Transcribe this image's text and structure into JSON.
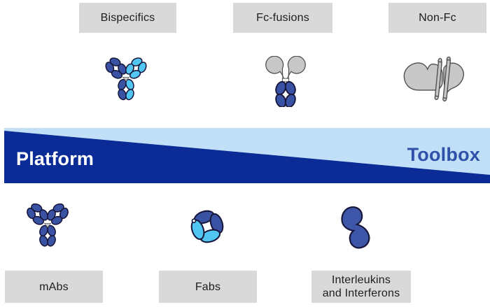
{
  "top_row": [
    {
      "label": "Bispecifics",
      "icon": "bispecific-antibody-icon"
    },
    {
      "label": "Fc-fusions",
      "icon": "fc-fusion-icon"
    },
    {
      "label": "Non-Fc",
      "icon": "non-fc-format-icon"
    }
  ],
  "band": {
    "left_label": "Platform",
    "right_label": "Toolbox"
  },
  "bottom_row": [
    {
      "label_lines": [
        "mAbs"
      ],
      "icon": "mab-antibody-icon"
    },
    {
      "label_lines": [
        "Fabs"
      ],
      "icon": "fab-fragment-icon"
    },
    {
      "label_lines": [
        "Interleukins",
        "and Interferons"
      ],
      "icon": "interleukin-interferon-icon"
    }
  ],
  "colors": {
    "label_box_bg": "#D9D9D9",
    "label_text": "#1D1D1D",
    "band_light_blue": "#C1E0F8",
    "band_navy": "#0B2B96",
    "platform_text": "#FFFFFF",
    "toolbox_text": "#2F51A9",
    "icon_dark_blue": "#3A52A4",
    "icon_cyan": "#52C6F2",
    "icon_grey": "#C8C8C8",
    "icon_grey_outline": "#4F4F4F",
    "icon_dark_outline": "#16163A"
  }
}
